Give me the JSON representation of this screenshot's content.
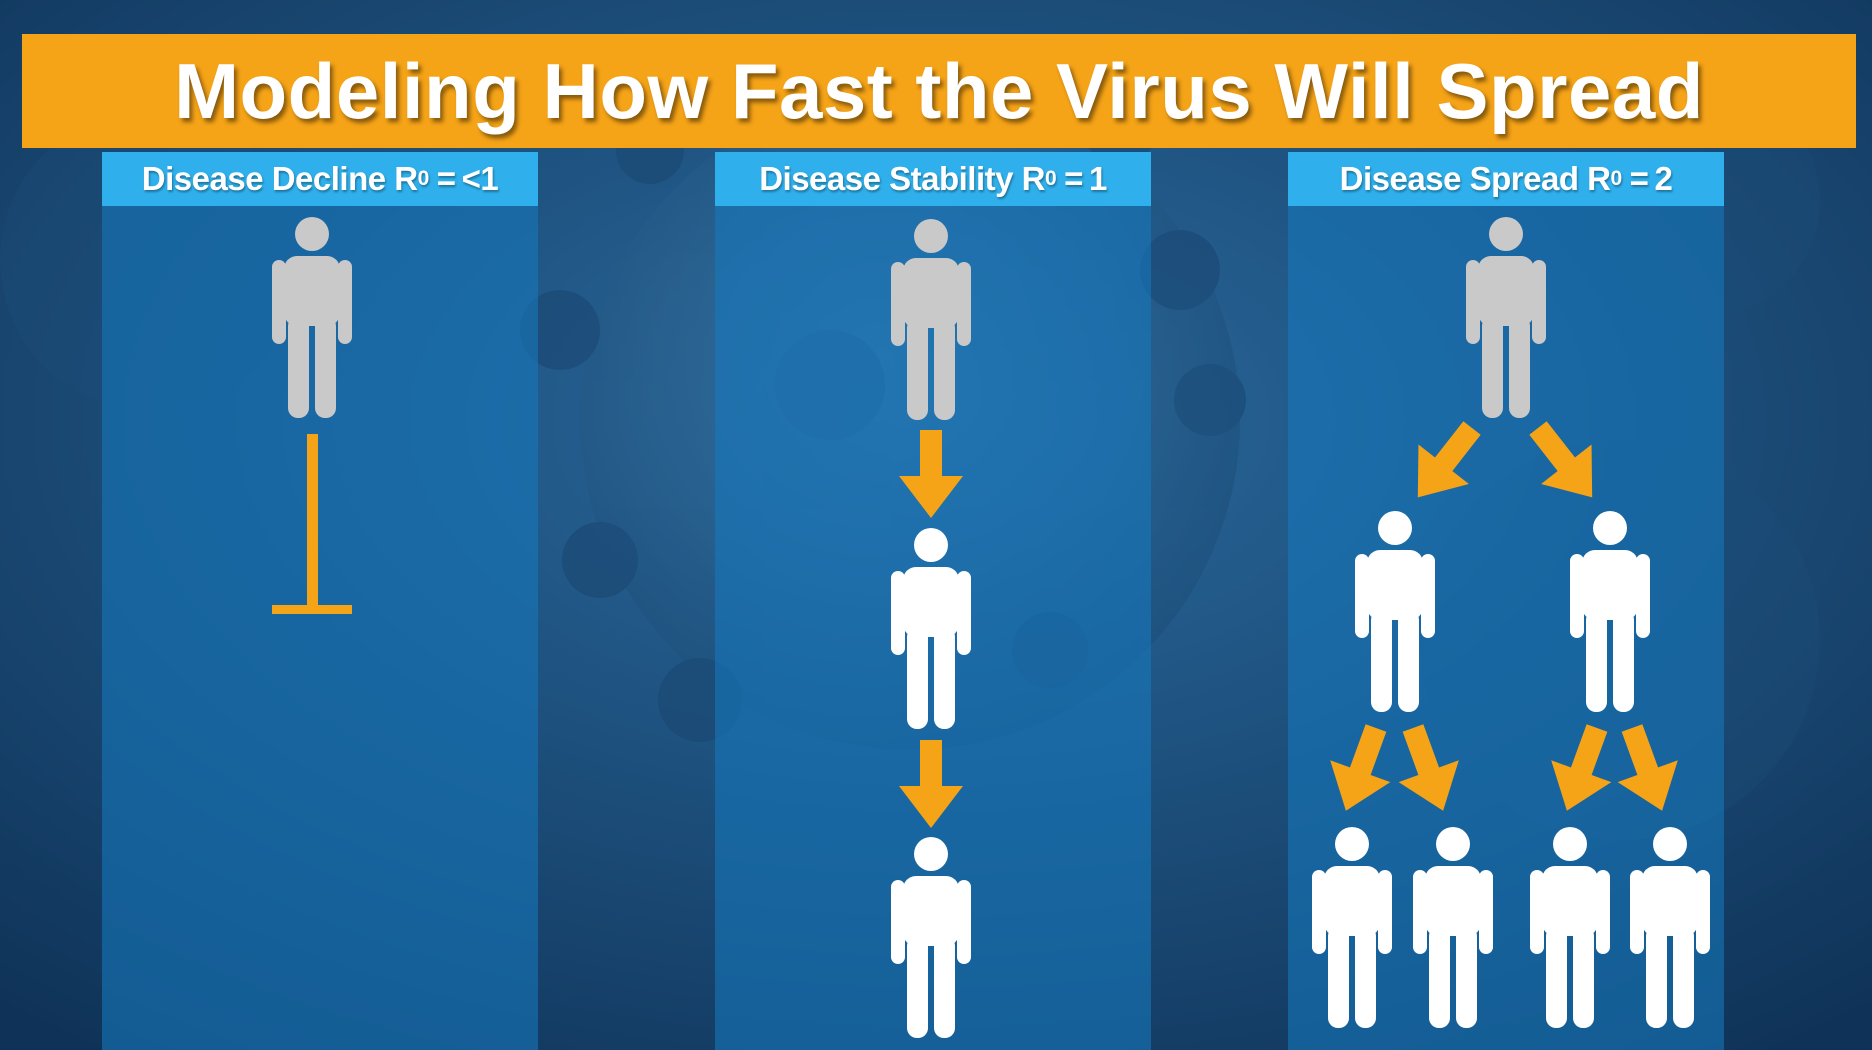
{
  "title": "Modeling How Fast the Virus Will Spread",
  "panels": [
    {
      "label": "Disease Decline R",
      "subscript": "0",
      "equals": "=",
      "value": "<1"
    },
    {
      "label": "Disease Stability R",
      "subscript": "0",
      "equals": "=",
      "value": "1"
    },
    {
      "label": "Disease Spread R",
      "subscript": "0",
      "equals": "=",
      "value": "2"
    }
  ],
  "colors": {
    "banner": "#f5a317",
    "header": "#2fb0ec",
    "arrow": "#f5a317",
    "person_source": "#c9c9c9",
    "person_infected": "#ffffff",
    "background": "#16436e"
  },
  "icons": [
    "person-icon",
    "arrow-down-icon",
    "stop-bar-icon",
    "virus-background"
  ]
}
